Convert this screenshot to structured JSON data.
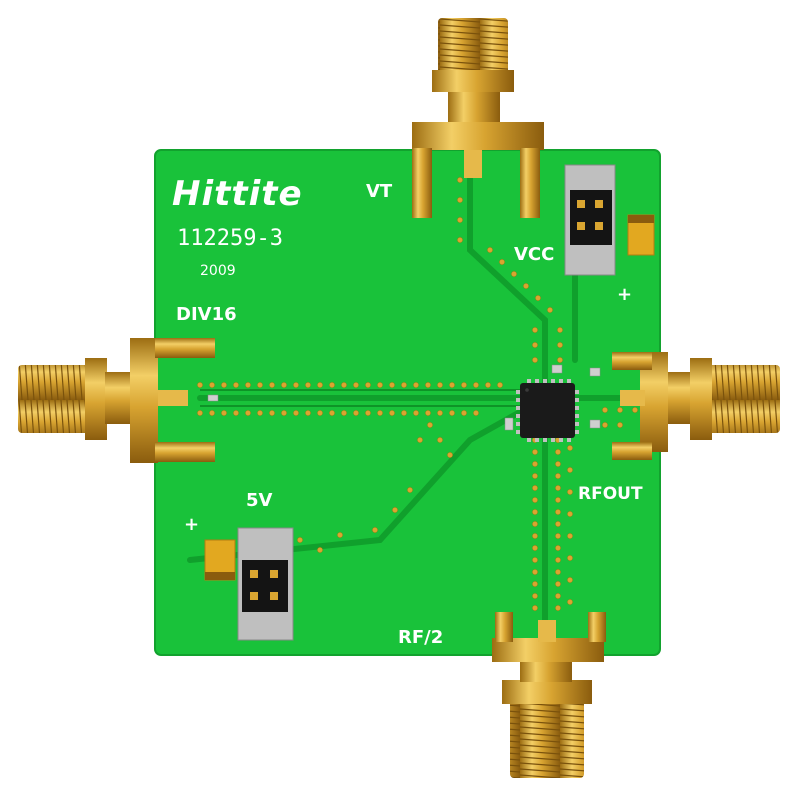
{
  "board": {
    "brand": "Hittite",
    "part_number": "112259-3",
    "year": "2009"
  },
  "labels": {
    "vt": "VT",
    "vcc": "VCC",
    "div16": "DIV16",
    "rfout": "RFOUT",
    "five_v": "5V",
    "rf_half": "RF/2",
    "plus_top": "+",
    "plus_bottom": "+"
  },
  "colors": {
    "pcb": "#19c23a",
    "trace": "#13a82f",
    "gold": "#d9a531",
    "silkscreen": "#ffffff",
    "chip": "#1a1a1a",
    "capacitor": "#e2a820"
  },
  "connectors": {
    "top": "sma-connector",
    "left": "sma-connector",
    "right": "sma-connector",
    "bottom": "sma-connector"
  }
}
